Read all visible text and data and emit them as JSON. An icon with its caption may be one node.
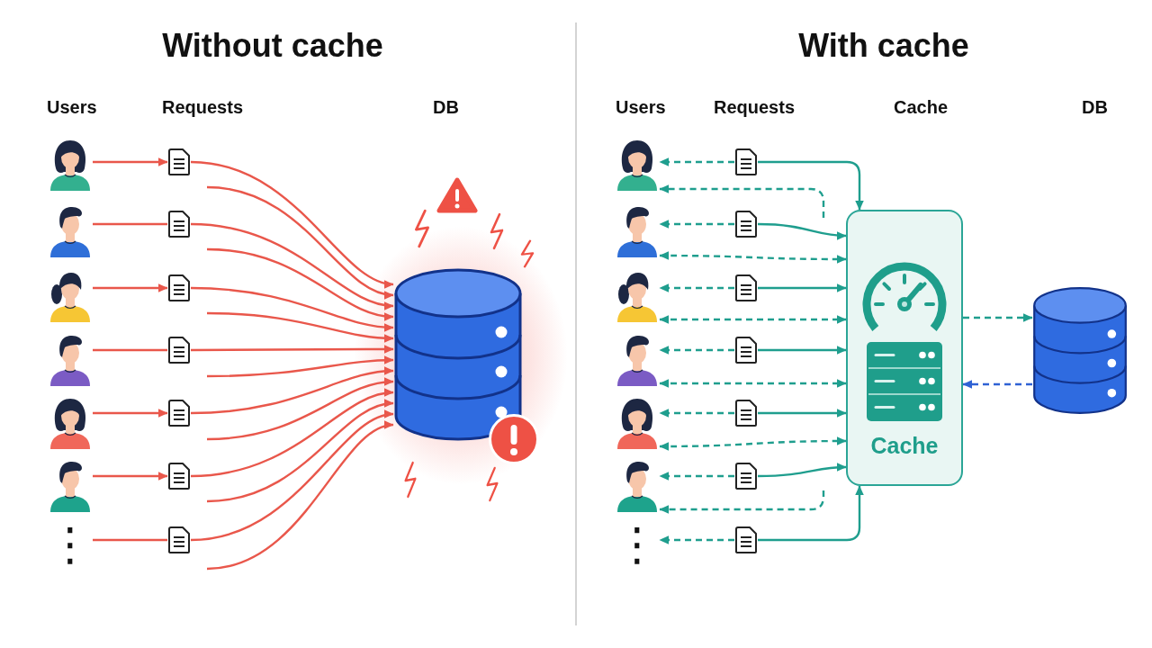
{
  "diagram": {
    "nodes": [
      {
        "text": [],
        "shape": "person"
      },
      {
        "text": [],
        "shape": "person"
      },
      {
        "text": [],
        "shape": "person"
      },
      {
        "text": [],
        "shape": "person"
      },
      {
        "text": [],
        "shape": "person"
      },
      {
        "text": [],
        "shape": "person"
      },
      {
        "text": [
          "⋮"
        ]
      },
      {
        "text": [],
        "shape": "document"
      },
      {
        "text": [],
        "shape": "document"
      },
      {
        "text": [],
        "shape": "document"
      },
      {
        "text": [],
        "shape": "document"
      },
      {
        "text": [],
        "shape": "document"
      },
      {
        "text": [],
        "shape": "document"
      },
      {
        "text": [],
        "shape": "document"
      },
      {
        "text": [],
        "shape": "cylinder"
      },
      {
        "text": [],
        "shape": "person"
      },
      {
        "text": [],
        "shape": "person"
      },
      {
        "text": [],
        "shape": "person"
      },
      {
        "text": [],
        "shape": "person"
      },
      {
        "text": [],
        "shape": "person"
      },
      {
        "text": [],
        "shape": "person"
      },
      {
        "text": [
          "⋮"
        ]
      },
      {
        "text": [],
        "shape": "document"
      },
      {
        "text": [],
        "shape": "document"
      },
      {
        "text": [],
        "shape": "document"
      },
      {
        "text": [],
        "shape": "document"
      },
      {
        "text": [],
        "shape": "document"
      },
      {
        "text": [],
        "shape": "document"
      },
      {
        "text": [],
        "shape": "document"
      },
      {
        "text": [
          "Cache"
        ]
      },
      {
        "text": [],
        "shape": "cylinder"
      }
    ],
    "edges": [
      {
        "from": 0,
        "to": 7,
        "arrow": "to",
        "color": "#e9574b"
      },
      {
        "from": 1,
        "to": 8,
        "arrow": "none",
        "color": "#e9574b"
      },
      {
        "from": 2,
        "to": 9,
        "arrow": "to",
        "color": "#e9574b"
      },
      {
        "from": 3,
        "to": 10,
        "arrow": "none",
        "color": "#e9574b"
      },
      {
        "from": 4,
        "to": 11,
        "arrow": "to",
        "color": "#e9574b"
      },
      {
        "from": 5,
        "to": 12,
        "arrow": "to",
        "color": "#e9574b"
      },
      {
        "from": 6,
        "to": 13,
        "arrow": "none",
        "color": "#e9574b"
      },
      {
        "from": 7,
        "to": 14,
        "arrow": "to",
        "color": "#e9574b"
      },
      {
        "from": null,
        "to": 14,
        "arrow": "to",
        "color": "#e9574b"
      },
      {
        "from": 8,
        "to": 14,
        "arrow": "to",
        "color": "#e9574b"
      },
      {
        "from": null,
        "to": 14,
        "arrow": "to",
        "color": "#e9574b"
      },
      {
        "from": 9,
        "to": 14,
        "arrow": "to",
        "color": "#e9574b"
      },
      {
        "from": null,
        "to": 14,
        "arrow": "to",
        "color": "#e9574b"
      },
      {
        "from": 10,
        "to": 14,
        "arrow": "to",
        "color": "#e9574b"
      },
      {
        "from": null,
        "to": 14,
        "arrow": "to",
        "color": "#e9574b"
      },
      {
        "from": 11,
        "to": 14,
        "arrow": "to",
        "color": "#e9574b"
      },
      {
        "from": null,
        "to": 14,
        "arrow": "to",
        "color": "#e9574b"
      },
      {
        "from": 12,
        "to": 14,
        "arrow": "to",
        "color": "#e9574b"
      },
      {
        "from": null,
        "to": 14,
        "arrow": "to",
        "color": "#e9574b"
      },
      {
        "from": 13,
        "to": 14,
        "arrow": "to",
        "color": "#e9574b"
      },
      {
        "from": null,
        "to": 14,
        "arrow": "to",
        "color": "#e9574b"
      },
      {
        "from": 22,
        "to": 15,
        "arrow": "to",
        "style": "dashed",
        "color": "#1f9e8e"
      },
      {
        "from": 22,
        "to": 29,
        "arrow": "to",
        "color": "#1f9e8e"
      },
      {
        "from": null,
        "to": 15,
        "arrow": "to",
        "style": "dashed",
        "color": "#1f9e8e"
      },
      {
        "from": 23,
        "to": 16,
        "arrow": "to",
        "style": "dashed",
        "color": "#1f9e8e"
      },
      {
        "from": 23,
        "to": 29,
        "arrow": "to",
        "color": "#1f9e8e"
      },
      {
        "from": 16,
        "to": 29,
        "arrow": "both",
        "style": "dashed",
        "color": "#1f9e8e"
      },
      {
        "from": 24,
        "to": 17,
        "arrow": "to",
        "style": "dashed",
        "color": "#1f9e8e"
      },
      {
        "from": 24,
        "to": 29,
        "arrow": "to",
        "color": "#1f9e8e"
      },
      {
        "from": 17,
        "to": 29,
        "arrow": "both",
        "style": "dashed",
        "color": "#1f9e8e"
      },
      {
        "from": 25,
        "to": 18,
        "arrow": "to",
        "style": "dashed",
        "color": "#1f9e8e"
      },
      {
        "from": 25,
        "to": 29,
        "arrow": "to",
        "color": "#1f9e8e"
      },
      {
        "from": 18,
        "to": 29,
        "arrow": "both",
        "style": "dashed",
        "color": "#1f9e8e"
      },
      {
        "from": 26,
        "to": 19,
        "arrow": "to",
        "style": "dashed",
        "color": "#1f9e8e"
      },
      {
        "from": 26,
        "to": 29,
        "arrow": "to",
        "color": "#1f9e8e"
      },
      {
        "from": 19,
        "to": 29,
        "arrow": "both",
        "style": "dashed",
        "color": "#1f9e8e"
      },
      {
        "from": 27,
        "to": 20,
        "arrow": "to",
        "style": "dashed",
        "color": "#1f9e8e"
      },
      {
        "from": 27,
        "to": 29,
        "arrow": "to",
        "color": "#1f9e8e"
      },
      {
        "from": null,
        "to": 20,
        "arrow": "to",
        "style": "dashed",
        "color": "#1f9e8e"
      },
      {
        "from": 28,
        "to": 21,
        "arrow": "to",
        "style": "dashed",
        "color": "#1f9e8e"
      },
      {
        "from": 28,
        "to": 29,
        "arrow": "to",
        "color": "#1f9e8e"
      },
      {
        "from": 29,
        "to": 30,
        "arrow": "to",
        "style": "dashed",
        "color": "#1f9e8e"
      },
      {
        "from": 30,
        "to": 29,
        "arrow": "to",
        "style": "dashed",
        "color": "#2f62d4"
      }
    ],
    "labels": [
      "Without cache",
      "With cache",
      "Users",
      "Requests",
      "DB",
      "Users",
      "Requests",
      "Cache",
      "DB"
    ]
  }
}
